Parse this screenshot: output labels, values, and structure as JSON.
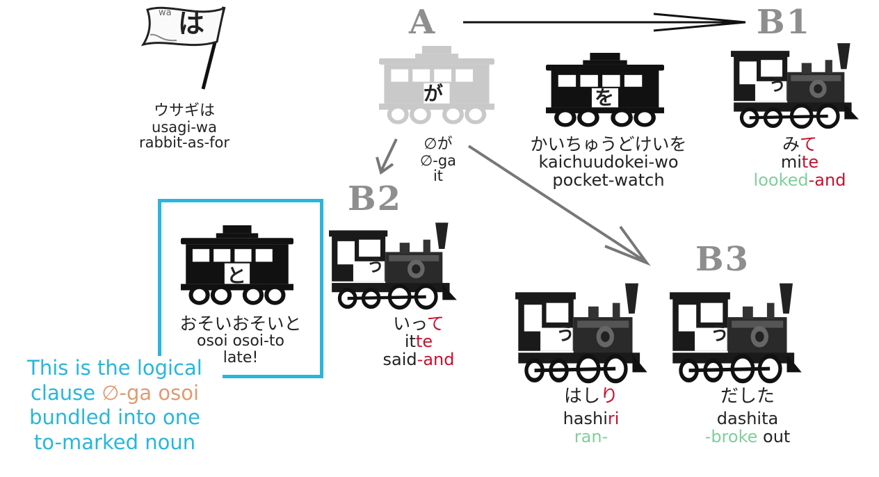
{
  "flag": {
    "small": "wa",
    "kana": "は"
  },
  "topic": {
    "jp": "ウサギは",
    "romaji": "usagi-wa",
    "gloss": "rabbit-as-for"
  },
  "labels": {
    "a": "A",
    "b1": "B1",
    "b2": "B2",
    "b3": "B3"
  },
  "ga_car": {
    "kana": "が",
    "jp": "∅が",
    "romaji": "∅-ga",
    "gloss": "it"
  },
  "wo_car": {
    "kana": "を",
    "jp": "かいちゅうどけいを",
    "romaji": "kaichuudokei-wo",
    "gloss": "pocket-watch"
  },
  "b1": {
    "kana": "う",
    "jp_stem": "み",
    "jp_end": "て",
    "romaji_stem": "mi",
    "romaji_end": "te",
    "gloss_verb": "looked",
    "gloss_end": "-and"
  },
  "to_car": {
    "kana": "と",
    "jp": "おそいおそいと",
    "romaji": "osoi osoi-to",
    "gloss": "late!"
  },
  "b2": {
    "kana": "う",
    "jp_stem": "いっ",
    "jp_end": "て",
    "romaji_stem": "it",
    "romaji_end": "te",
    "gloss_verb": "said",
    "gloss_end": "-and"
  },
  "b3a": {
    "kana": "う",
    "jp_stem": "はし",
    "jp_end": "り",
    "romaji_stem": "hashi",
    "romaji_end": "ri",
    "gloss": "ran-"
  },
  "b3b": {
    "kana": "う",
    "jp": "だした",
    "romaji": "dashita",
    "gloss_pre": "-broke",
    "gloss_post": " out"
  },
  "note": {
    "l1": "This is the logical",
    "l2a": "clause ",
    "l2b": "∅-ga osoi",
    "l3": "bundled into one",
    "l4": "to-marked noun"
  },
  "colors": {
    "red": "#c8102e",
    "green": "#7fcf9a",
    "blue": "#27b6dc",
    "orange": "#e09a72",
    "gray_label": "#8e8e8e",
    "faded_car": "#c9c9c9"
  }
}
